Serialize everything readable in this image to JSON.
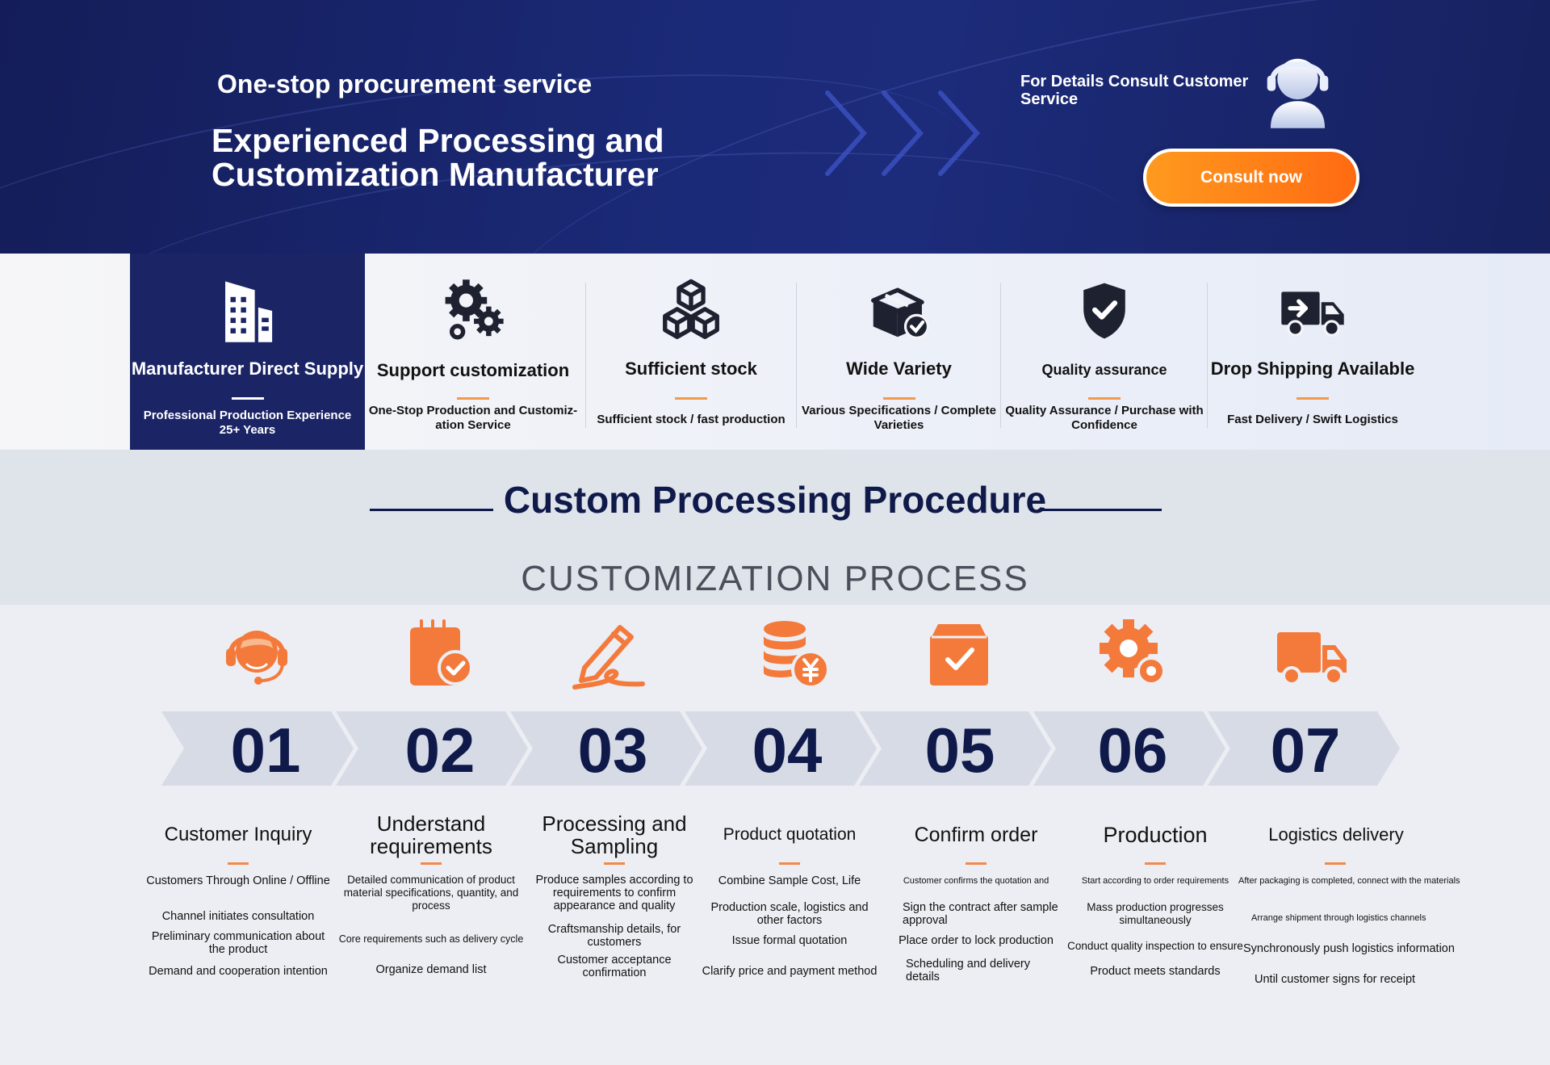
{
  "hero": {
    "subtitle": "One-stop procurement service",
    "title_line1": "Experienced Processing and",
    "title_line2": "Customization Manufacturer",
    "consult_text": "For Details Consult Customer Service",
    "consult_button": "Consult now"
  },
  "features": [
    {
      "icon": "building-icon",
      "title": "Manufacturer Direct Supply",
      "desc": "Professional Production Experience 25+ Years"
    },
    {
      "icon": "gears-icon",
      "title": "Support customization",
      "desc": "One-Stop Production and Customiz-ation Service"
    },
    {
      "icon": "cubes-icon",
      "title": "Sufficient stock",
      "desc": "Sufficient stock / fast production"
    },
    {
      "icon": "box-check-icon",
      "title": "Wide Variety",
      "desc": "Various Specifications / Complete Varieties"
    },
    {
      "icon": "shield-check-icon",
      "title": "Quality assurance",
      "desc": "Quality Assurance / Purchase with Confidence"
    },
    {
      "icon": "truck-icon",
      "title": "Drop Shipping Available",
      "desc": "Fast Delivery / Swift Logistics"
    }
  ],
  "procedure": {
    "title": "Custom Processing Procedure",
    "subtitle": "CUSTOMIZATION PROCESS"
  },
  "steps": [
    {
      "num": "01",
      "icon": "headset-agent-icon",
      "title": "Customer Inquiry",
      "lines": [
        "Customers Through Online / Offline",
        "Channel initiates consultation",
        "Preliminary communication about the product",
        "Demand and cooperation intention"
      ]
    },
    {
      "num": "02",
      "icon": "clipboard-check-icon",
      "title": "Understand requirements",
      "lines": [
        "Detailed communication of product material specifications, quantity, and process",
        "Core requirements such as delivery cycle",
        "Organize demand list"
      ]
    },
    {
      "num": "03",
      "icon": "pencil-sign-icon",
      "title": "Processing and Sampling",
      "lines": [
        "Produce samples according to requirements to confirm appearance and quality",
        "Craftsmanship details, for customers",
        "Customer acceptance confirmation"
      ]
    },
    {
      "num": "04",
      "icon": "coins-yen-icon",
      "title": "Product quotation",
      "lines": [
        "Combine Sample Cost, Life",
        "Production scale, logistics and other factors",
        "Issue formal quotation",
        "Clarify price and payment method"
      ]
    },
    {
      "num": "05",
      "icon": "box-check-icon",
      "title": "Confirm order",
      "lines": [
        "Customer confirms the quotation and",
        "Sign the contract after sample approval",
        "Place order to lock production",
        "Scheduling and delivery details"
      ]
    },
    {
      "num": "06",
      "icon": "gear-settings-icon",
      "title": "Production",
      "lines": [
        "Start according to order requirements",
        "Mass production progresses simultaneously",
        "Conduct quality inspection to ensure",
        "Product meets standards"
      ]
    },
    {
      "num": "07",
      "icon": "truck-icon",
      "title": "Logistics delivery",
      "lines": [
        "After packaging is completed, connect with the materials",
        "Arrange shipment through logistics channels",
        "Synchronously push logistics information",
        "Until customer signs for receipt"
      ]
    }
  ],
  "colors": {
    "navy": "#1b2566",
    "orange": "#f47a3c",
    "accent_button": "#ff7a14"
  }
}
